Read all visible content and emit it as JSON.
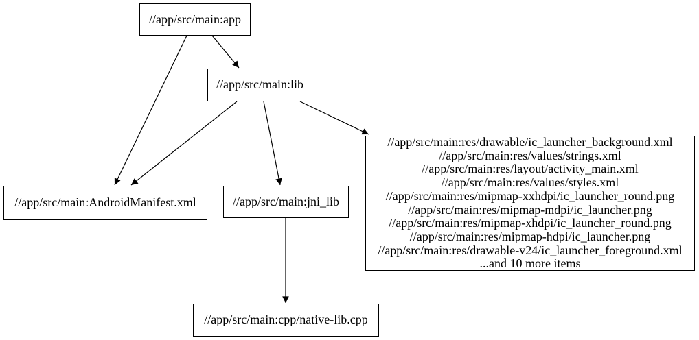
{
  "diagram": {
    "type": "dependency-graph",
    "background_color": "#ffffff",
    "node_border_color": "#000000",
    "edge_color": "#000000",
    "nodes": [
      {
        "id": "app",
        "label": "//app/src/main:app"
      },
      {
        "id": "lib",
        "label": "//app/src/main:lib"
      },
      {
        "id": "android_manifest",
        "label": "//app/src/main:AndroidManifest.xml"
      },
      {
        "id": "jni_lib",
        "label": "//app/src/main:jni_lib"
      },
      {
        "id": "res_group",
        "lines": [
          "//app/src/main:res/drawable/ic_launcher_background.xml",
          "//app/src/main:res/values/strings.xml",
          "//app/src/main:res/layout/activity_main.xml",
          "//app/src/main:res/values/styles.xml",
          "//app/src/main:res/mipmap-xxhdpi/ic_launcher_round.png",
          "//app/src/main:res/mipmap-mdpi/ic_launcher.png",
          "//app/src/main:res/mipmap-xhdpi/ic_launcher_round.png",
          "//app/src/main:res/mipmap-hdpi/ic_launcher.png",
          "//app/src/main:res/drawable-v24/ic_launcher_foreground.xml",
          "...and 10 more items"
        ]
      },
      {
        "id": "native_lib",
        "label": "//app/src/main:cpp/native-lib.cpp"
      }
    ],
    "edges": [
      {
        "from": "app",
        "to": "android_manifest"
      },
      {
        "from": "app",
        "to": "lib"
      },
      {
        "from": "lib",
        "to": "android_manifest"
      },
      {
        "from": "lib",
        "to": "jni_lib"
      },
      {
        "from": "lib",
        "to": "res_group"
      },
      {
        "from": "jni_lib",
        "to": "native_lib"
      }
    ]
  }
}
